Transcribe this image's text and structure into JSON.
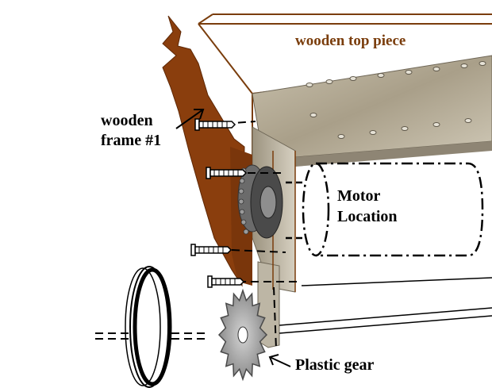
{
  "labels": {
    "wooden_top_piece": "wooden top piece",
    "wooden_frame_line1": "wooden",
    "wooden_frame_line2": "frame #1",
    "motor_line1": "Motor",
    "motor_line2": "Location",
    "plastic_gear": "Plastic gear"
  },
  "colors": {
    "wood": "#8a3e0d",
    "wood_outline": "#7a3d0c",
    "metal": "#b3aa97",
    "metal_dark": "#8e8574",
    "ink": "#000000",
    "gear": "#a8a8a8"
  }
}
